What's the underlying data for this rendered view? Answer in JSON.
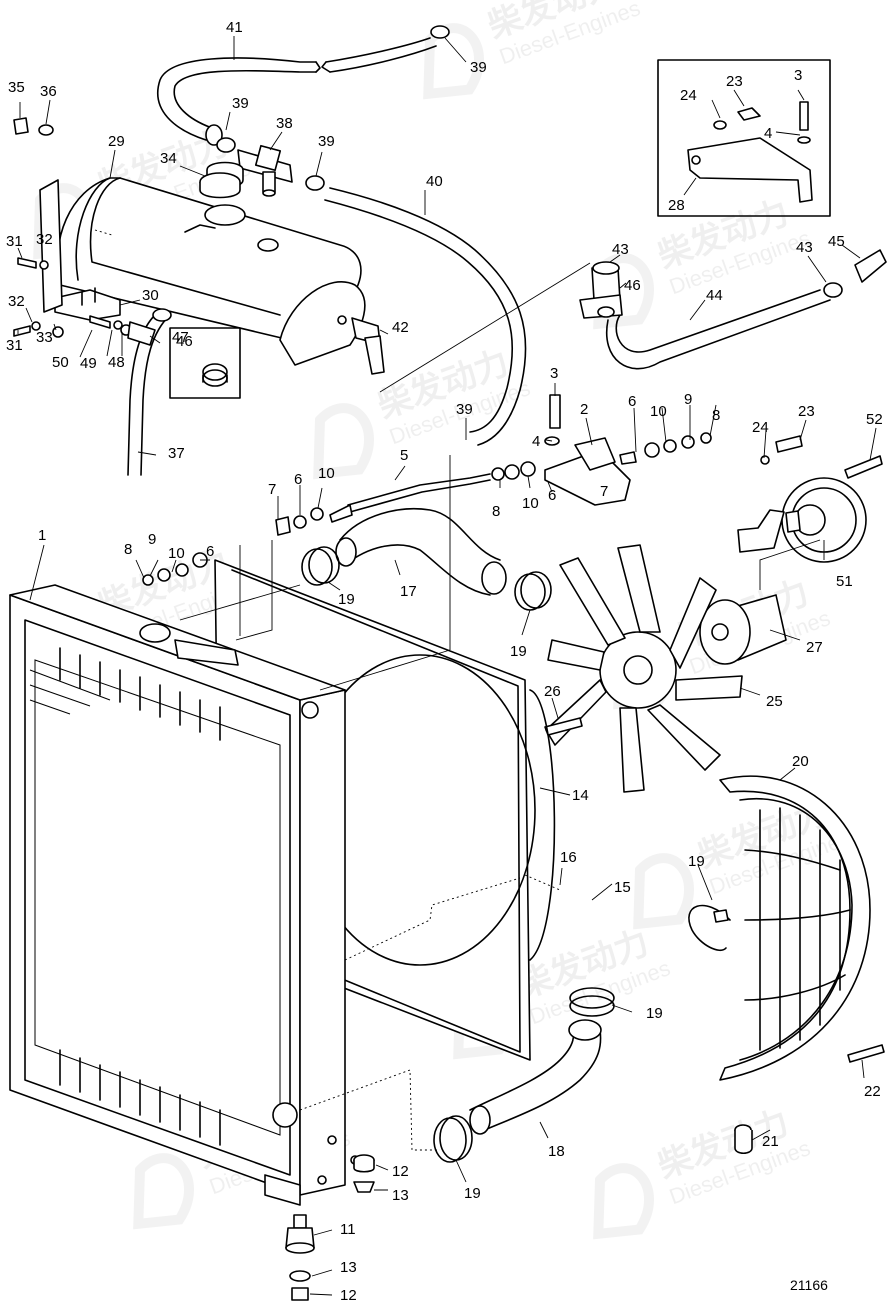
{
  "drawing_number": "21166",
  "watermark": {
    "cn": "柴发动力",
    "en": "Diesel-Engines"
  },
  "part_labels": [
    {
      "id": "p41",
      "text": "41"
    },
    {
      "id": "p39a",
      "text": "39"
    },
    {
      "id": "p35",
      "text": "35"
    },
    {
      "id": "p36",
      "text": "36"
    },
    {
      "id": "p39b",
      "text": "39"
    },
    {
      "id": "p38",
      "text": "38"
    },
    {
      "id": "p39c",
      "text": "39"
    },
    {
      "id": "p34",
      "text": "34"
    },
    {
      "id": "p29",
      "text": "29"
    },
    {
      "id": "p40",
      "text": "40"
    },
    {
      "id": "p23a",
      "text": "23"
    },
    {
      "id": "p3a",
      "text": "3"
    },
    {
      "id": "p24a",
      "text": "24"
    },
    {
      "id": "p4a",
      "text": "4"
    },
    {
      "id": "p28",
      "text": "28"
    },
    {
      "id": "p31a",
      "text": "31"
    },
    {
      "id": "p32a",
      "text": "32"
    },
    {
      "id": "p30",
      "text": "30"
    },
    {
      "id": "p32b",
      "text": "32"
    },
    {
      "id": "p31b",
      "text": "31"
    },
    {
      "id": "p33",
      "text": "33"
    },
    {
      "id": "p47",
      "text": "47"
    },
    {
      "id": "p42",
      "text": "42"
    },
    {
      "id": "p43a",
      "text": "43"
    },
    {
      "id": "p43b",
      "text": "43"
    },
    {
      "id": "p45",
      "text": "45"
    },
    {
      "id": "p46a",
      "text": "46"
    },
    {
      "id": "p44",
      "text": "44"
    },
    {
      "id": "p50",
      "text": "50"
    },
    {
      "id": "p49",
      "text": "49"
    },
    {
      "id": "p48",
      "text": "48"
    },
    {
      "id": "p46b",
      "text": "46"
    },
    {
      "id": "p37",
      "text": "37"
    },
    {
      "id": "p3b",
      "text": "3"
    },
    {
      "id": "p39d",
      "text": "39"
    },
    {
      "id": "p2",
      "text": "2"
    },
    {
      "id": "p6a",
      "text": "6"
    },
    {
      "id": "p10a",
      "text": "10"
    },
    {
      "id": "p9a",
      "text": "9"
    },
    {
      "id": "p8a",
      "text": "8"
    },
    {
      "id": "p4b",
      "text": "4"
    },
    {
      "id": "p24b",
      "text": "24"
    },
    {
      "id": "p23b",
      "text": "23"
    },
    {
      "id": "p52",
      "text": "52"
    },
    {
      "id": "p5",
      "text": "5"
    },
    {
      "id": "p6b",
      "text": "6"
    },
    {
      "id": "p7a",
      "text": "7"
    },
    {
      "id": "p6c",
      "text": "6"
    },
    {
      "id": "p10b",
      "text": "10"
    },
    {
      "id": "p8b",
      "text": "8"
    },
    {
      "id": "p10c",
      "text": "10"
    },
    {
      "id": "p7b",
      "text": "7"
    },
    {
      "id": "p1",
      "text": "1"
    },
    {
      "id": "p9b",
      "text": "9"
    },
    {
      "id": "p10d",
      "text": "10"
    },
    {
      "id": "p6d",
      "text": "6"
    },
    {
      "id": "p8c",
      "text": "8"
    },
    {
      "id": "p17",
      "text": "17"
    },
    {
      "id": "p19a",
      "text": "19"
    },
    {
      "id": "p19b",
      "text": "19"
    },
    {
      "id": "p51",
      "text": "51"
    },
    {
      "id": "p27",
      "text": "27"
    },
    {
      "id": "p26",
      "text": "26"
    },
    {
      "id": "p25",
      "text": "25"
    },
    {
      "id": "p20",
      "text": "20"
    },
    {
      "id": "p14",
      "text": "14"
    },
    {
      "id": "p16",
      "text": "16"
    },
    {
      "id": "p15",
      "text": "15"
    },
    {
      "id": "p19c",
      "text": "19"
    },
    {
      "id": "p19d",
      "text": "19"
    },
    {
      "id": "p22",
      "text": "22"
    },
    {
      "id": "p21",
      "text": "21"
    },
    {
      "id": "p18",
      "text": "18"
    },
    {
      "id": "p12a",
      "text": "12"
    },
    {
      "id": "p13a",
      "text": "13"
    },
    {
      "id": "p19e",
      "text": "19"
    },
    {
      "id": "p11",
      "text": "11"
    },
    {
      "id": "p13b",
      "text": "13"
    },
    {
      "id": "p12b",
      "text": "12"
    }
  ]
}
